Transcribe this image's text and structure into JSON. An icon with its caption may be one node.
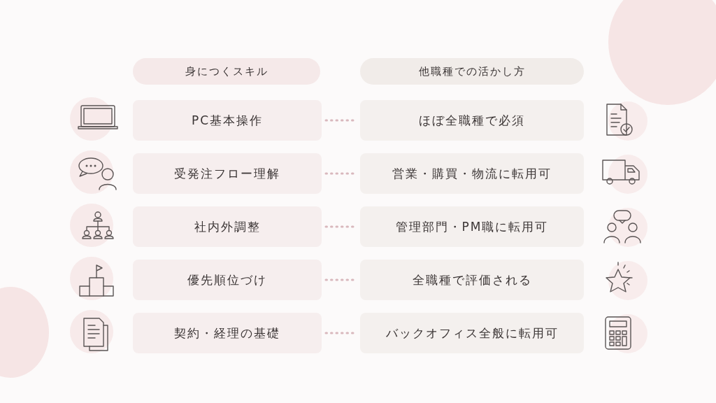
{
  "diagram": {
    "nodes": [
      {
        "text": [
          "身につくスキル"
        ]
      },
      {
        "text": [
          "他職種での活かし方"
        ]
      },
      {
        "text": [
          "PC基本操作"
        ]
      },
      {
        "text": [
          "ほぼ全職種で必須"
        ]
      },
      {
        "text": [
          "受発注フロー理解"
        ]
      },
      {
        "text": [
          "営業・購買・物流に転用可"
        ]
      },
      {
        "text": [
          "社内外調整"
        ]
      },
      {
        "text": [
          "管理部門・PM職に転用可"
        ]
      },
      {
        "text": [
          "優先順位づけ"
        ]
      },
      {
        "text": [
          "全職種で評価される"
        ]
      },
      {
        "text": [
          "契約・経理の基礎"
        ]
      },
      {
        "text": [
          "バックオフィス全般に転用可"
        ]
      }
    ],
    "edges": [
      {
        "from": 2,
        "to": 3,
        "arrow": "none",
        "style": "dashed"
      },
      {
        "from": 4,
        "to": 5,
        "arrow": "none",
        "style": "dashed"
      },
      {
        "from": 6,
        "to": 7,
        "arrow": "none",
        "style": "dashed"
      },
      {
        "from": 8,
        "to": 9,
        "arrow": "none",
        "style": "dashed"
      },
      {
        "from": 10,
        "to": 11,
        "arrow": "none",
        "style": "dashed"
      }
    ]
  }
}
